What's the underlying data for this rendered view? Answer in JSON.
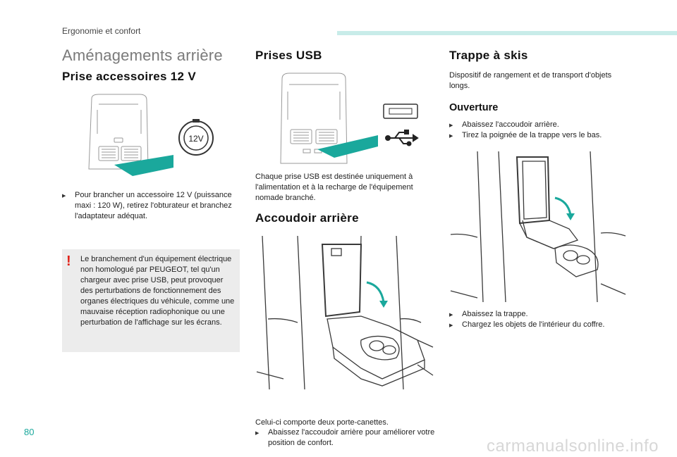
{
  "header": {
    "section": "Ergonomie et confort",
    "accent_color": "#c8ece9"
  },
  "page_title": "Aménagements arrière",
  "col1": {
    "heading": "Prise accessoires 12 V",
    "socket_label": "12V",
    "bullet": "Pour brancher un accessoire 12 V (puissance maxi : 120 W), retirez l'obturateur et branchez l'adaptateur adéquat.",
    "warning_icon": "!",
    "warning": "Le branchement d'un équipement électrique non homologué par PEUGEOT, tel qu'un chargeur avec prise USB, peut provoquer des perturbations de fonctionnement des organes électriques du véhicule, comme une mauvaise réception radiophonique ou une perturbation de l'affichage sur les écrans."
  },
  "col2": {
    "heading_usb": "Prises USB",
    "usb_text": "Chaque prise USB est destinée uniquement à l'alimentation et à la recharge de l'équipement nomade branché.",
    "heading_armrest": "Accoudoir arrière",
    "armrest_bullet": "Abaissez l'accoudoir arrière pour améliorer votre position de confort.",
    "armrest_text": "Celui-ci comporte deux porte-canettes."
  },
  "col3": {
    "heading": "Trappe à skis",
    "intro": "Dispositif de rangement et de transport d'objets longs.",
    "subheading": "Ouverture",
    "steps1": [
      "Abaissez l'accoudoir arrière.",
      "Tirez la poignée de la trappe vers le bas."
    ],
    "steps2": [
      "Abaissez la trappe.",
      "Chargez les objets de l'intérieur du coffre."
    ]
  },
  "footer": {
    "page_number": "80",
    "watermark": "carmanualsonline.info"
  },
  "colors": {
    "teal": "#1aa89c",
    "warning_red": "#e2231a",
    "line_art": "#3a3a3a"
  }
}
